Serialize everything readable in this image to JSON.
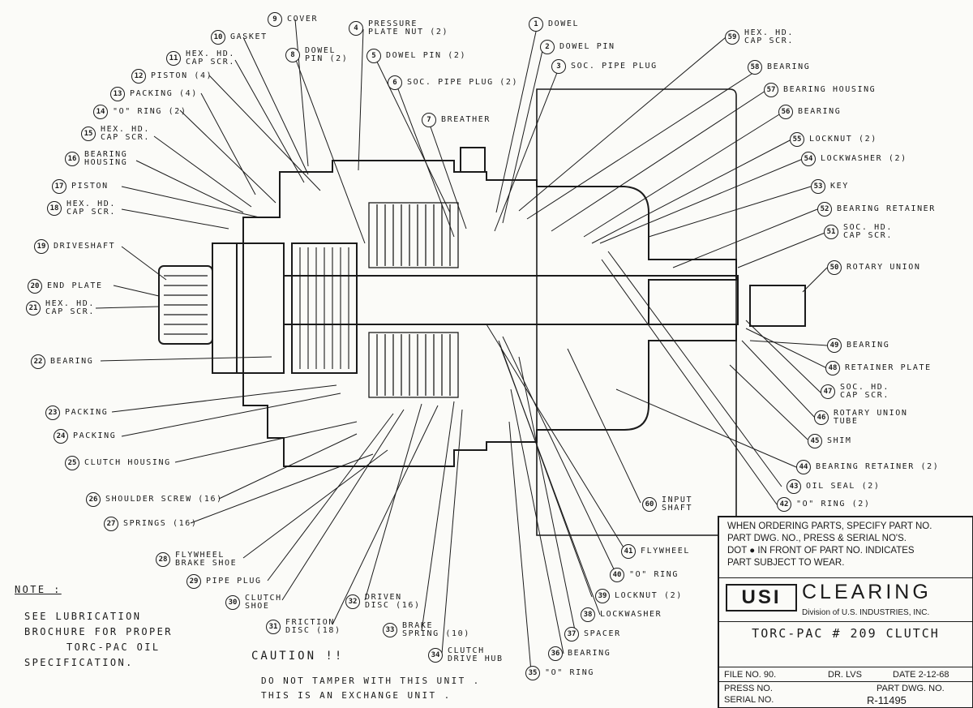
{
  "callouts": [
    {
      "n": "9",
      "label": "COVER"
    },
    {
      "n": "10",
      "label": "GASKET"
    },
    {
      "n": "11",
      "label": "HEX. HD.\nCAP SCR."
    },
    {
      "n": "12",
      "label": "PISTON (4)"
    },
    {
      "n": "13",
      "label": "PACKING (4)"
    },
    {
      "n": "14",
      "label": "\"O\" RING (2)"
    },
    {
      "n": "15",
      "label": "HEX. HD.\nCAP SCR."
    },
    {
      "n": "16",
      "label": "BEARING\nHOUSING"
    },
    {
      "n": "17",
      "label": "PISTON"
    },
    {
      "n": "18",
      "label": "HEX. HD.\nCAP SCR."
    },
    {
      "n": "19",
      "label": "DRIVESHAFT"
    },
    {
      "n": "20",
      "label": "END PLATE"
    },
    {
      "n": "21",
      "label": "HEX. HD.\nCAP SCR."
    },
    {
      "n": "22",
      "label": "BEARING"
    },
    {
      "n": "23",
      "label": "PACKING"
    },
    {
      "n": "24",
      "label": "PACKING"
    },
    {
      "n": "25",
      "label": "CLUTCH HOUSING"
    },
    {
      "n": "26",
      "label": "SHOULDER SCREW (16)"
    },
    {
      "n": "27",
      "label": "SPRINGS (16)"
    },
    {
      "n": "28",
      "label": "FLYWHEEL\nBRAKE SHOE"
    },
    {
      "n": "29",
      "label": "PIPE PLUG"
    },
    {
      "n": "30",
      "label": "CLUTCH\nSHOE"
    },
    {
      "n": "31",
      "label": "FRICTION\nDISC (18)"
    },
    {
      "n": "32",
      "label": "DRIVEN\nDISC (16)"
    },
    {
      "n": "33",
      "label": "BRAKE\nSPRING (10)"
    },
    {
      "n": "34",
      "label": "CLUTCH\nDRIVE HUB"
    },
    {
      "n": "35",
      "label": "\"O\" RING"
    },
    {
      "n": "36",
      "label": "BEARING"
    },
    {
      "n": "37",
      "label": "SPACER"
    },
    {
      "n": "38",
      "label": "LOCKWASHER"
    },
    {
      "n": "39",
      "label": "LOCKNUT (2)"
    },
    {
      "n": "40",
      "label": "\"O\" RING"
    },
    {
      "n": "41",
      "label": "FLYWHEEL"
    },
    {
      "n": "42",
      "label": "\"O\" RING (2)"
    },
    {
      "n": "43",
      "label": "OIL SEAL (2)"
    },
    {
      "n": "44",
      "label": "BEARING RETAINER (2)"
    },
    {
      "n": "45",
      "label": "SHIM"
    },
    {
      "n": "46",
      "label": "ROTARY UNION\nTUBE"
    },
    {
      "n": "47",
      "label": "SOC. HD.\nCAP SCR."
    },
    {
      "n": "48",
      "label": "RETAINER PLATE"
    },
    {
      "n": "49",
      "label": "BEARING"
    },
    {
      "n": "50",
      "label": "ROTARY UNION"
    },
    {
      "n": "51",
      "label": "SOC. HD.\nCAP SCR."
    },
    {
      "n": "52",
      "label": "BEARING RETAINER"
    },
    {
      "n": "53",
      "label": "KEY"
    },
    {
      "n": "54",
      "label": "LOCKWASHER (2)"
    },
    {
      "n": "55",
      "label": "LOCKNUT (2)"
    },
    {
      "n": "56",
      "label": "BEARING"
    },
    {
      "n": "57",
      "label": "BEARING HOUSING"
    },
    {
      "n": "58",
      "label": "BEARING"
    },
    {
      "n": "59",
      "label": "HEX. HD.\nCAP SCR."
    },
    {
      "n": "60",
      "label": "INPUT\nSHAFT"
    },
    {
      "n": "1",
      "label": "DOWEL"
    },
    {
      "n": "2",
      "label": "DOWEL PIN"
    },
    {
      "n": "3",
      "label": "SOC. PIPE PLUG"
    },
    {
      "n": "4",
      "label": "PRESSURE\nPLATE NUT (2)"
    },
    {
      "n": "5",
      "label": "DOWEL PIN (2)"
    },
    {
      "n": "6",
      "label": "SOC. PIPE PLUG (2)"
    },
    {
      "n": "7",
      "label": "BREATHER"
    },
    {
      "n": "8",
      "label": "DOWEL\nPIN (2)"
    }
  ],
  "note": {
    "heading": "NOTE :",
    "lines": [
      "SEE LUBRICATION",
      "BROCHURE FOR PROPER",
      "TORC-PAC OIL",
      "SPECIFICATION."
    ]
  },
  "caution": {
    "heading": "CAUTION !!",
    "lines": [
      "DO NOT TAMPER WITH THIS UNIT .",
      "THIS IS AN EXCHANGE UNIT ."
    ]
  },
  "titleblock": {
    "instructions": [
      "WHEN ORDERING PARTS, SPECIFY PART NO.",
      "PART DWG. NO., PRESS & SERIAL NO'S.",
      "DOT ● IN FRONT OF PART NO. INDICATES",
      "PART SUBJECT TO WEAR."
    ],
    "logo": "USI",
    "brand": "CLEARING",
    "division": "Division of U.S. INDUSTRIES, INC.",
    "model": "TORC-PAC # 209 CLUTCH",
    "file_no": "FILE NO. 90.",
    "dr": "DR. LVS",
    "date": "DATE 2-12-68",
    "press_no": "PRESS NO.",
    "serial_no": "SERIAL NO.",
    "part_dwg_label": "PART DWG. NO.",
    "part_dwg_no": "R-11495"
  }
}
